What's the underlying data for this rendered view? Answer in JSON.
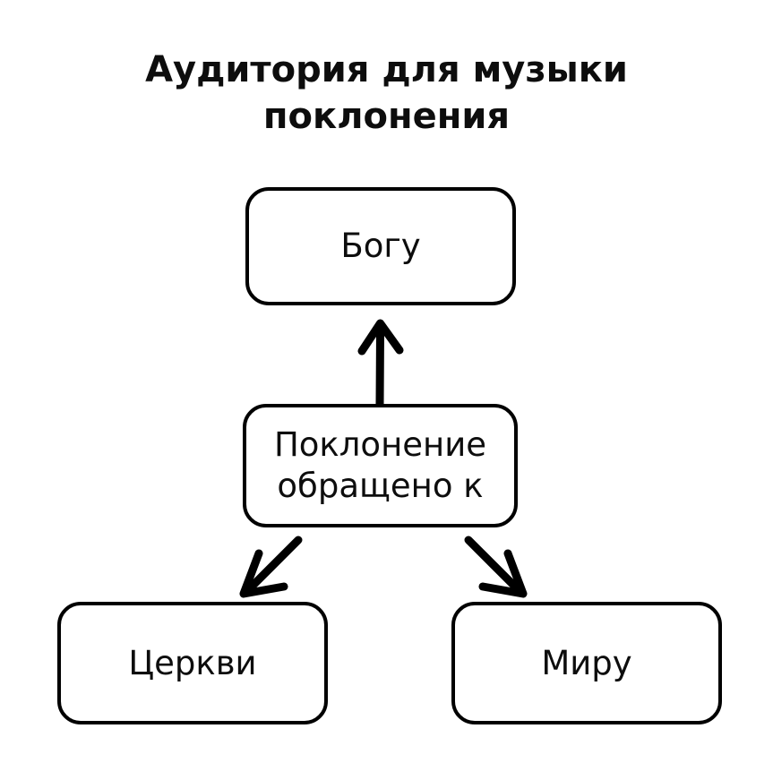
{
  "diagram": {
    "title": "Аудитория для музыки\nпоклонения",
    "type": "flowchart",
    "background_color": "#ffffff",
    "stroke_color": "#000000",
    "text_color": "#0d0d0d",
    "nodes": [
      {
        "id": "god",
        "label": "Богу",
        "shape": "rounded-rectangle",
        "position": "top-center"
      },
      {
        "id": "worship",
        "label": "Поклонение\nобращено к",
        "shape": "rounded-rectangle",
        "position": "middle-center"
      },
      {
        "id": "church",
        "label": "Церкви",
        "shape": "rounded-rectangle",
        "position": "bottom-left"
      },
      {
        "id": "world",
        "label": "Миру",
        "shape": "rounded-rectangle",
        "position": "bottom-right"
      }
    ],
    "edges": [
      {
        "id": "worship-to-god",
        "from": "worship",
        "to": "god",
        "direction": "up",
        "style": "hand-drawn-arrow"
      },
      {
        "id": "worship-to-church",
        "from": "worship",
        "to": "church",
        "direction": "down-left",
        "style": "hand-drawn-arrow"
      },
      {
        "id": "worship-to-world",
        "from": "worship",
        "to": "world",
        "direction": "down-right",
        "style": "hand-drawn-arrow"
      }
    ]
  }
}
